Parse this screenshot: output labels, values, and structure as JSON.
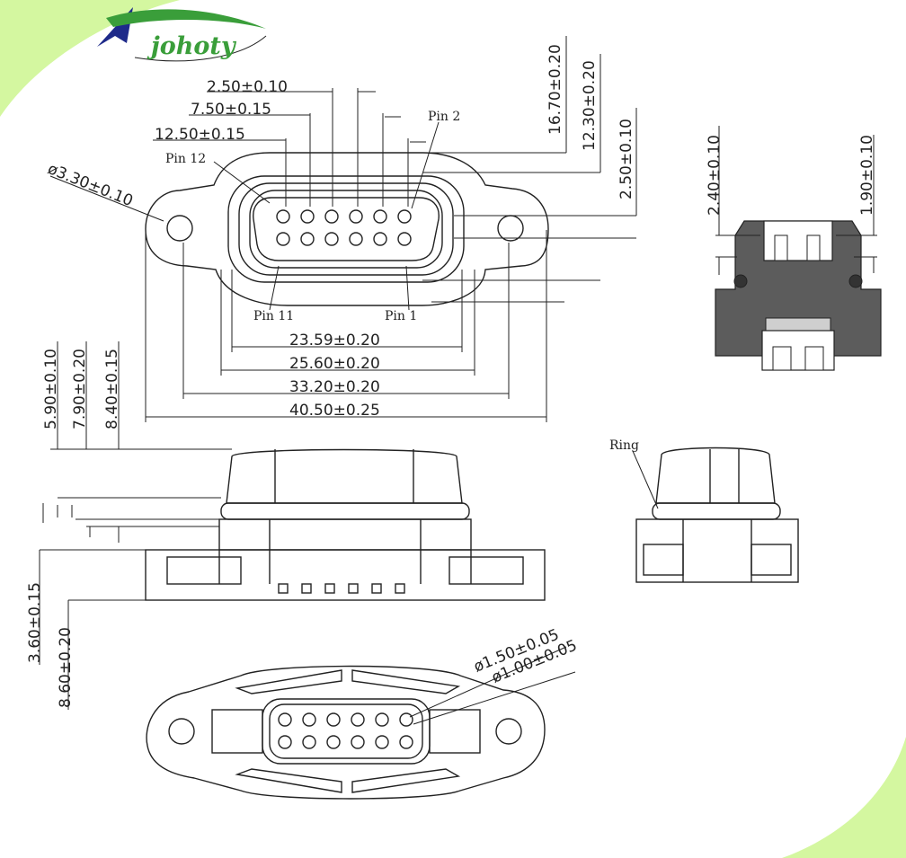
{
  "brand": {
    "name": "johoty",
    "colors": {
      "logo_green": "#3a9e3a",
      "logo_blue": "#1e2a8a",
      "corner_green": "#d4f7a0"
    }
  },
  "top_view": {
    "width_dims": [
      "23.59±0.20",
      "25.60±0.20",
      "33.20±0.20",
      "40.50±0.25"
    ],
    "pitch_dims": [
      "2.50±0.10",
      "7.50±0.15",
      "12.50±0.15"
    ],
    "right_dims": [
      "16.70±0.20",
      "12.30±0.20",
      "2.50±0.10"
    ],
    "hole_dim": "ø3.30±0.10",
    "pins": {
      "p2": "Pin 2",
      "p12": "Pin 12",
      "p11": "Pin 11",
      "p1": "Pin 1"
    }
  },
  "section_view": {
    "dims": [
      "2.40±0.10",
      "1.90±0.10"
    ]
  },
  "front_view": {
    "left_dims": [
      "5.90±0.10",
      "7.90±0.20",
      "8.40±0.15"
    ],
    "bottom_dims": [
      "3.60±0.15",
      "8.60±0.20"
    ]
  },
  "side_view": {
    "ring_label": "Ring"
  },
  "bottom_view": {
    "dims": [
      "ø1.50±0.05",
      "ø1.00±0.05"
    ]
  }
}
